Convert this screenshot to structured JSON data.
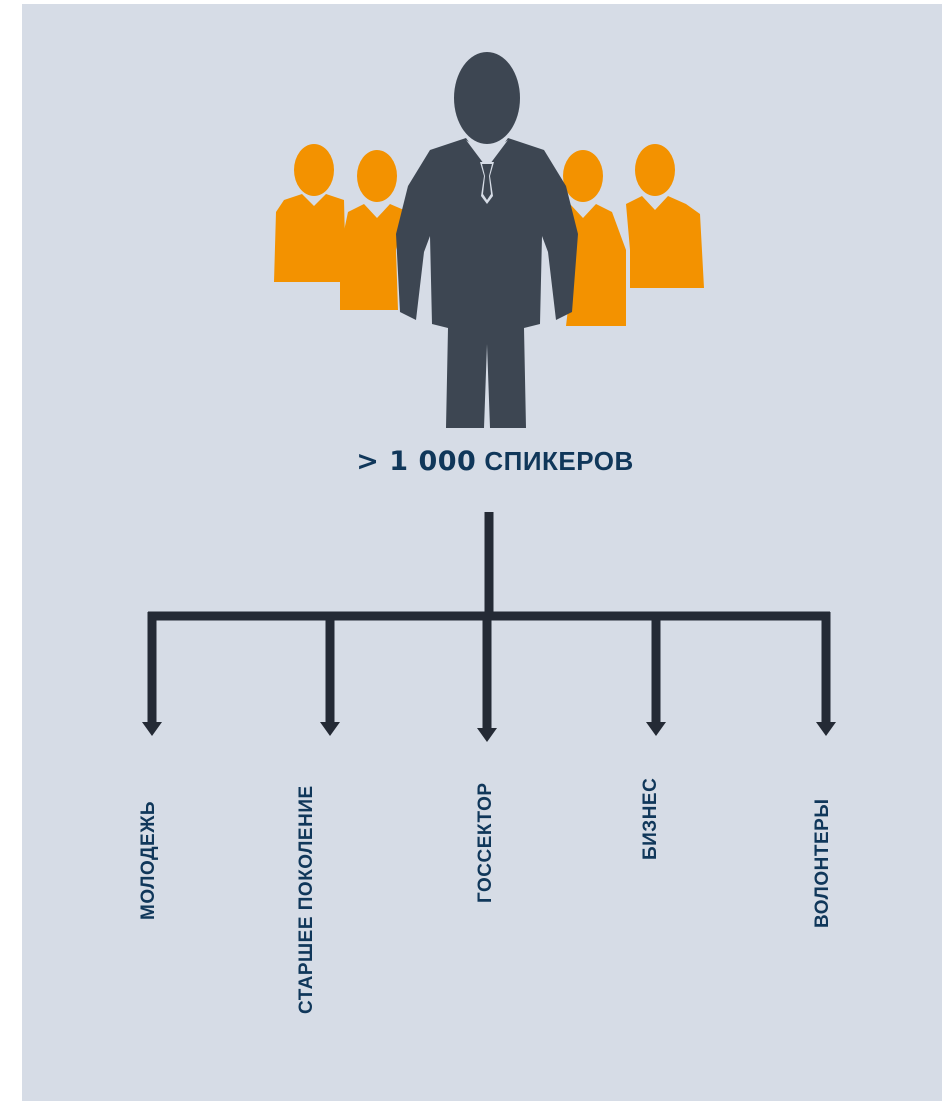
{
  "headline": {
    "count": "> 1 000",
    "word": "СПИКЕРОВ"
  },
  "categories": [
    {
      "label": "МОЛОДЕЖЬ"
    },
    {
      "label": "СТАРШЕЕ ПОКОЛЕНИЕ"
    },
    {
      "label": "ГОССЕКТОР"
    },
    {
      "label": "БИЗНЕС"
    },
    {
      "label": "ВОЛОНТЕРЫ"
    }
  ],
  "colors": {
    "background": "#d6dce6",
    "leader": "#3d4652",
    "team": "#f39200",
    "lines": "#242a35",
    "text": "#10375a"
  },
  "icons": {
    "leader": "businessman-icon",
    "team": "people-group-icon"
  }
}
